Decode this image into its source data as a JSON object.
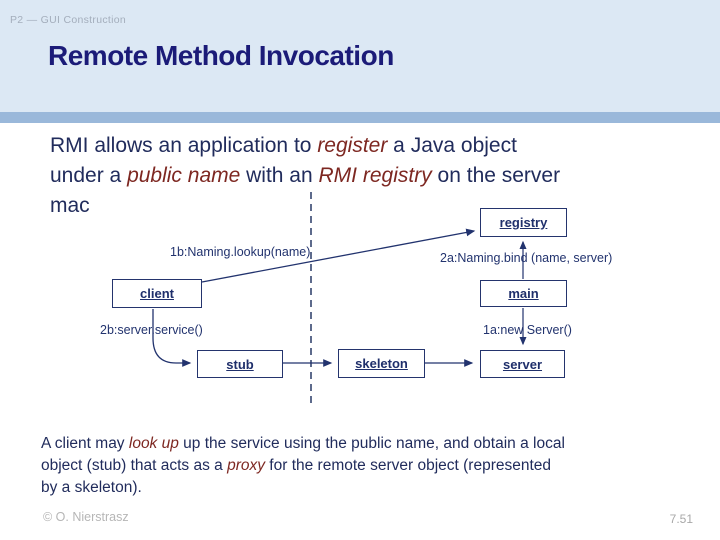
{
  "header": {
    "eyebrow": "P2 — GUI Construction",
    "title": "Remote Method Invocation"
  },
  "colors": {
    "header_bg": "#dce8f4",
    "divider_band": "#9ab8da",
    "title_navy": "#1b1b78",
    "text_navy": "#212c5c",
    "emphasis_maroon": "#7d2721",
    "diagram_navy": "#22336e",
    "footer_gray": "#b6b6b6"
  },
  "body": {
    "lines": [
      [
        "RMI allows an application to ",
        "register",
        " a Java object"
      ],
      [
        "under a ",
        "public name",
        " with an ",
        "RMI registry",
        " on the server"
      ],
      [
        "mac"
      ]
    ]
  },
  "diagram": {
    "boxes": [
      "registry",
      "client",
      "main",
      "stub",
      "skeleton",
      "server"
    ],
    "annotations": [
      "1b:Naming.lookup(name)",
      "2a:Naming.bind (name, server)",
      "2b:server.service()",
      "1a:new Server()"
    ]
  },
  "caption": {
    "lines": [
      [
        "A client may ",
        "look up",
        " up the service using the public name, and obtain a local"
      ],
      [
        "object (stub) that acts as a ",
        "proxy",
        " for the remote server object (represented"
      ],
      [
        "by a skeleton)."
      ]
    ]
  },
  "footer": {
    "copyright": "© O. Nierstrasz",
    "page": "7.51"
  }
}
